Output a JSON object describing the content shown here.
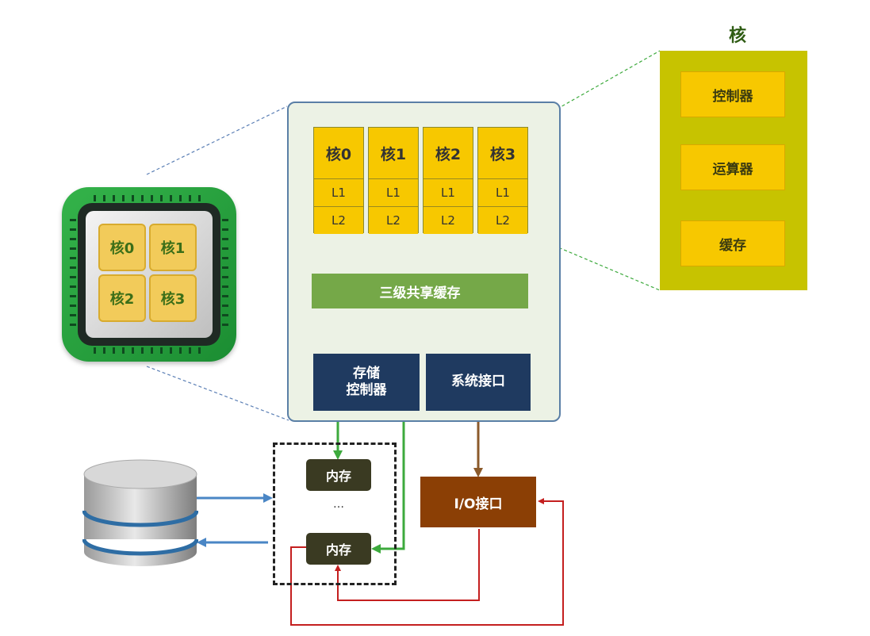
{
  "chip_icon": {
    "cores": [
      "核0",
      "核1",
      "核2",
      "核3"
    ]
  },
  "cpu": {
    "cores": [
      {
        "title": "核0",
        "l1": "L1",
        "l2": "L2"
      },
      {
        "title": "核1",
        "l1": "L1",
        "l2": "L2"
      },
      {
        "title": "核2",
        "l1": "L1",
        "l2": "L2"
      },
      {
        "title": "核3",
        "l1": "L1",
        "l2": "L2"
      }
    ],
    "l3_cache": "三级共享缓存",
    "memory_controller_line1": "存储",
    "memory_controller_line2": "控制器",
    "system_interface": "系统接口"
  },
  "memory": {
    "top": "内存",
    "ellipsis": "…",
    "bottom": "内存"
  },
  "io_interface": "I/O接口",
  "core_detail": {
    "title": "核",
    "controller": "控制器",
    "alu": "运算器",
    "cache": "缓存"
  },
  "colors": {
    "core_yellow": "#f7c800",
    "l3_green": "#75a848",
    "navy": "#1f3a60",
    "io_brown": "#8b3f05",
    "detail_olive": "#c7c300",
    "arrow_blue": "#4a86c5",
    "arrow_red": "#c41f1f",
    "arrow_green": "#3daa3d"
  }
}
